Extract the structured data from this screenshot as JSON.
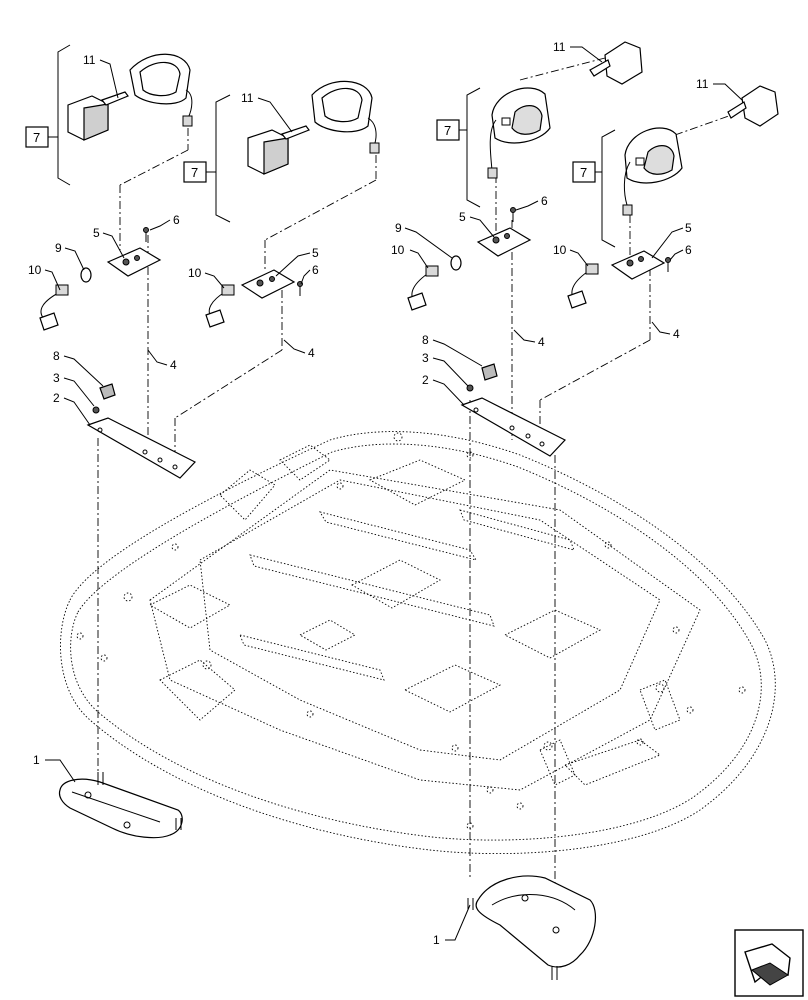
{
  "callouts": {
    "c1a": "1",
    "c1b": "1",
    "c2a": "2",
    "c2b": "2",
    "c3a": "3",
    "c3b": "3",
    "c4a": "4",
    "c4b": "4",
    "c4c": "4",
    "c4d": "4",
    "c5a": "5",
    "c5b": "5",
    "c5c": "5",
    "c5d": "5",
    "c6a": "6",
    "c6b": "6",
    "c6c": "6",
    "c6d": "6",
    "c7a": "7",
    "c7b": "7",
    "c7c": "7",
    "c7d": "7",
    "c8a": "8",
    "c8b": "8",
    "c9a": "9",
    "c9b": "9",
    "c10a": "10",
    "c10b": "10",
    "c10c": "10",
    "c10d": "10",
    "c11a": "11",
    "c11b": "11",
    "c11c": "11",
    "c11d": "11"
  },
  "icons": {
    "nav": "view-direction-arrow-icon"
  }
}
